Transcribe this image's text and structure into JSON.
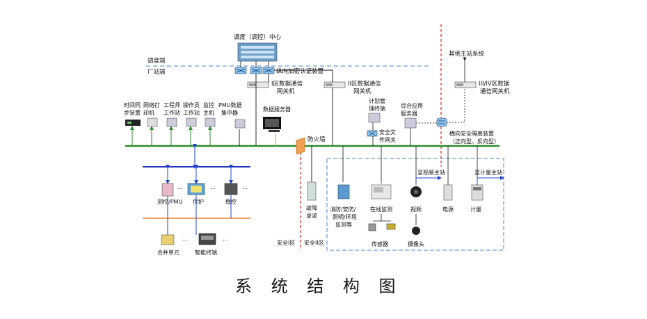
{
  "top": {
    "control_center": "调度（调控）中心",
    "dispatch_side": "调度端",
    "plant_side": "厂站端",
    "vertical_auth": "纵向加密认证装置",
    "other_stations": "其他主站系统"
  },
  "gateways": {
    "zone1": [
      "I区数据通信",
      "网关机"
    ],
    "zone2": [
      "II区数据通信",
      "网关机"
    ],
    "zone34": [
      "III/IV区数据",
      "通信网关机"
    ]
  },
  "zone1_devices": {
    "time_sync": [
      "时间同",
      "步装置"
    ],
    "net_printer": [
      "网络打",
      "印机"
    ],
    "engineer_ws": [
      "工程师",
      "工作站"
    ],
    "operator_ws": [
      "操作员",
      "工作站"
    ],
    "monitor_host": [
      "监控",
      "主机"
    ],
    "pmu_concentrator": [
      "PMU数据",
      "集中器"
    ],
    "data_server": "数据服务器",
    "firewall": "防火墙"
  },
  "zone2_devices": {
    "plan_terminal": [
      "计划管",
      "理终端"
    ],
    "file_gateway": [
      "安全文",
      "件网关"
    ],
    "app_server": [
      "综合应用",
      "服务器"
    ],
    "isolation": [
      "横向安全隔离装置",
      "（正向型、反向型）"
    ]
  },
  "bay": {
    "measure_pmu": "测控/PMU",
    "protection": "保护",
    "stability": "稳控",
    "merging_unit": "合并单元",
    "smart_terminal": "智能终端",
    "ellipsis": "…"
  },
  "zone2_bottom": {
    "fault_recorder": [
      "故障",
      "录波"
    ],
    "fire_security": [
      "消防/安防/",
      "照明/环境",
      "监测等"
    ],
    "online_monitor": "在线监测",
    "video": "视频",
    "power": "电源",
    "metering": "计量",
    "sensor": "传感器",
    "camera": "摄像头",
    "to_video_master": "至视频主站",
    "to_metering_master": "至计量主站"
  },
  "zones": {
    "safe1": "安全I区",
    "safe2": "安全II区"
  },
  "caption": "系 统 结 构 图",
  "colors": {
    "bus_green": "#2e8b2e",
    "blue_bus": "#2233bb",
    "orange_bus": "#f0a060",
    "red_dash": "#dd2222",
    "blue_dash": "#4a86c8"
  }
}
